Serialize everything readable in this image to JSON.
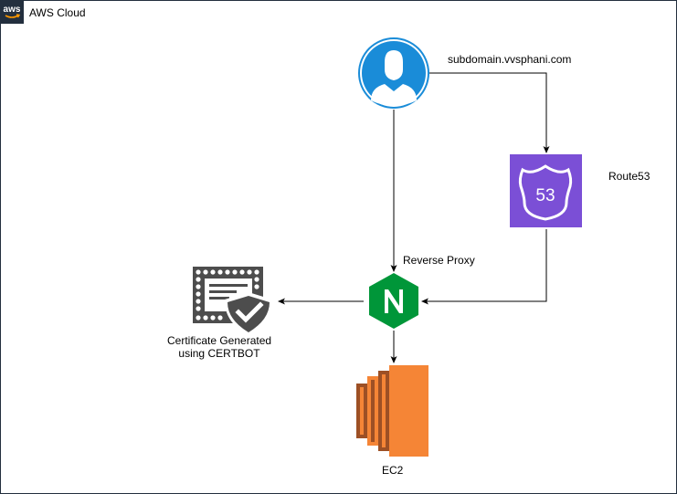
{
  "group": {
    "title": "AWS Cloud",
    "logo_text": "aws"
  },
  "nodes": {
    "user": {
      "icon": "user-icon"
    },
    "domain_label": "subdomain.vvsphani.com",
    "route53": {
      "icon": "route53-icon",
      "badge": "53",
      "label": "Route53"
    },
    "nginx": {
      "icon": "nginx-icon",
      "letter": "N",
      "edge_label": "Reverse Proxy"
    },
    "certificate": {
      "icon": "certificate-icon",
      "label_line1": "Certificate Generated",
      "label_line2": "using CERTBOT"
    },
    "ec2": {
      "icon": "ec2-icon",
      "label": "EC2"
    }
  },
  "colors": {
    "aws_dark": "#232f3e",
    "aws_orange": "#ff9900",
    "user_blue": "#1a8cd8",
    "route53_purple": "#7b4fd6",
    "nginx_green": "#009639",
    "ec2_orange": "#f58536",
    "cert_gray": "#4d4d4d"
  }
}
